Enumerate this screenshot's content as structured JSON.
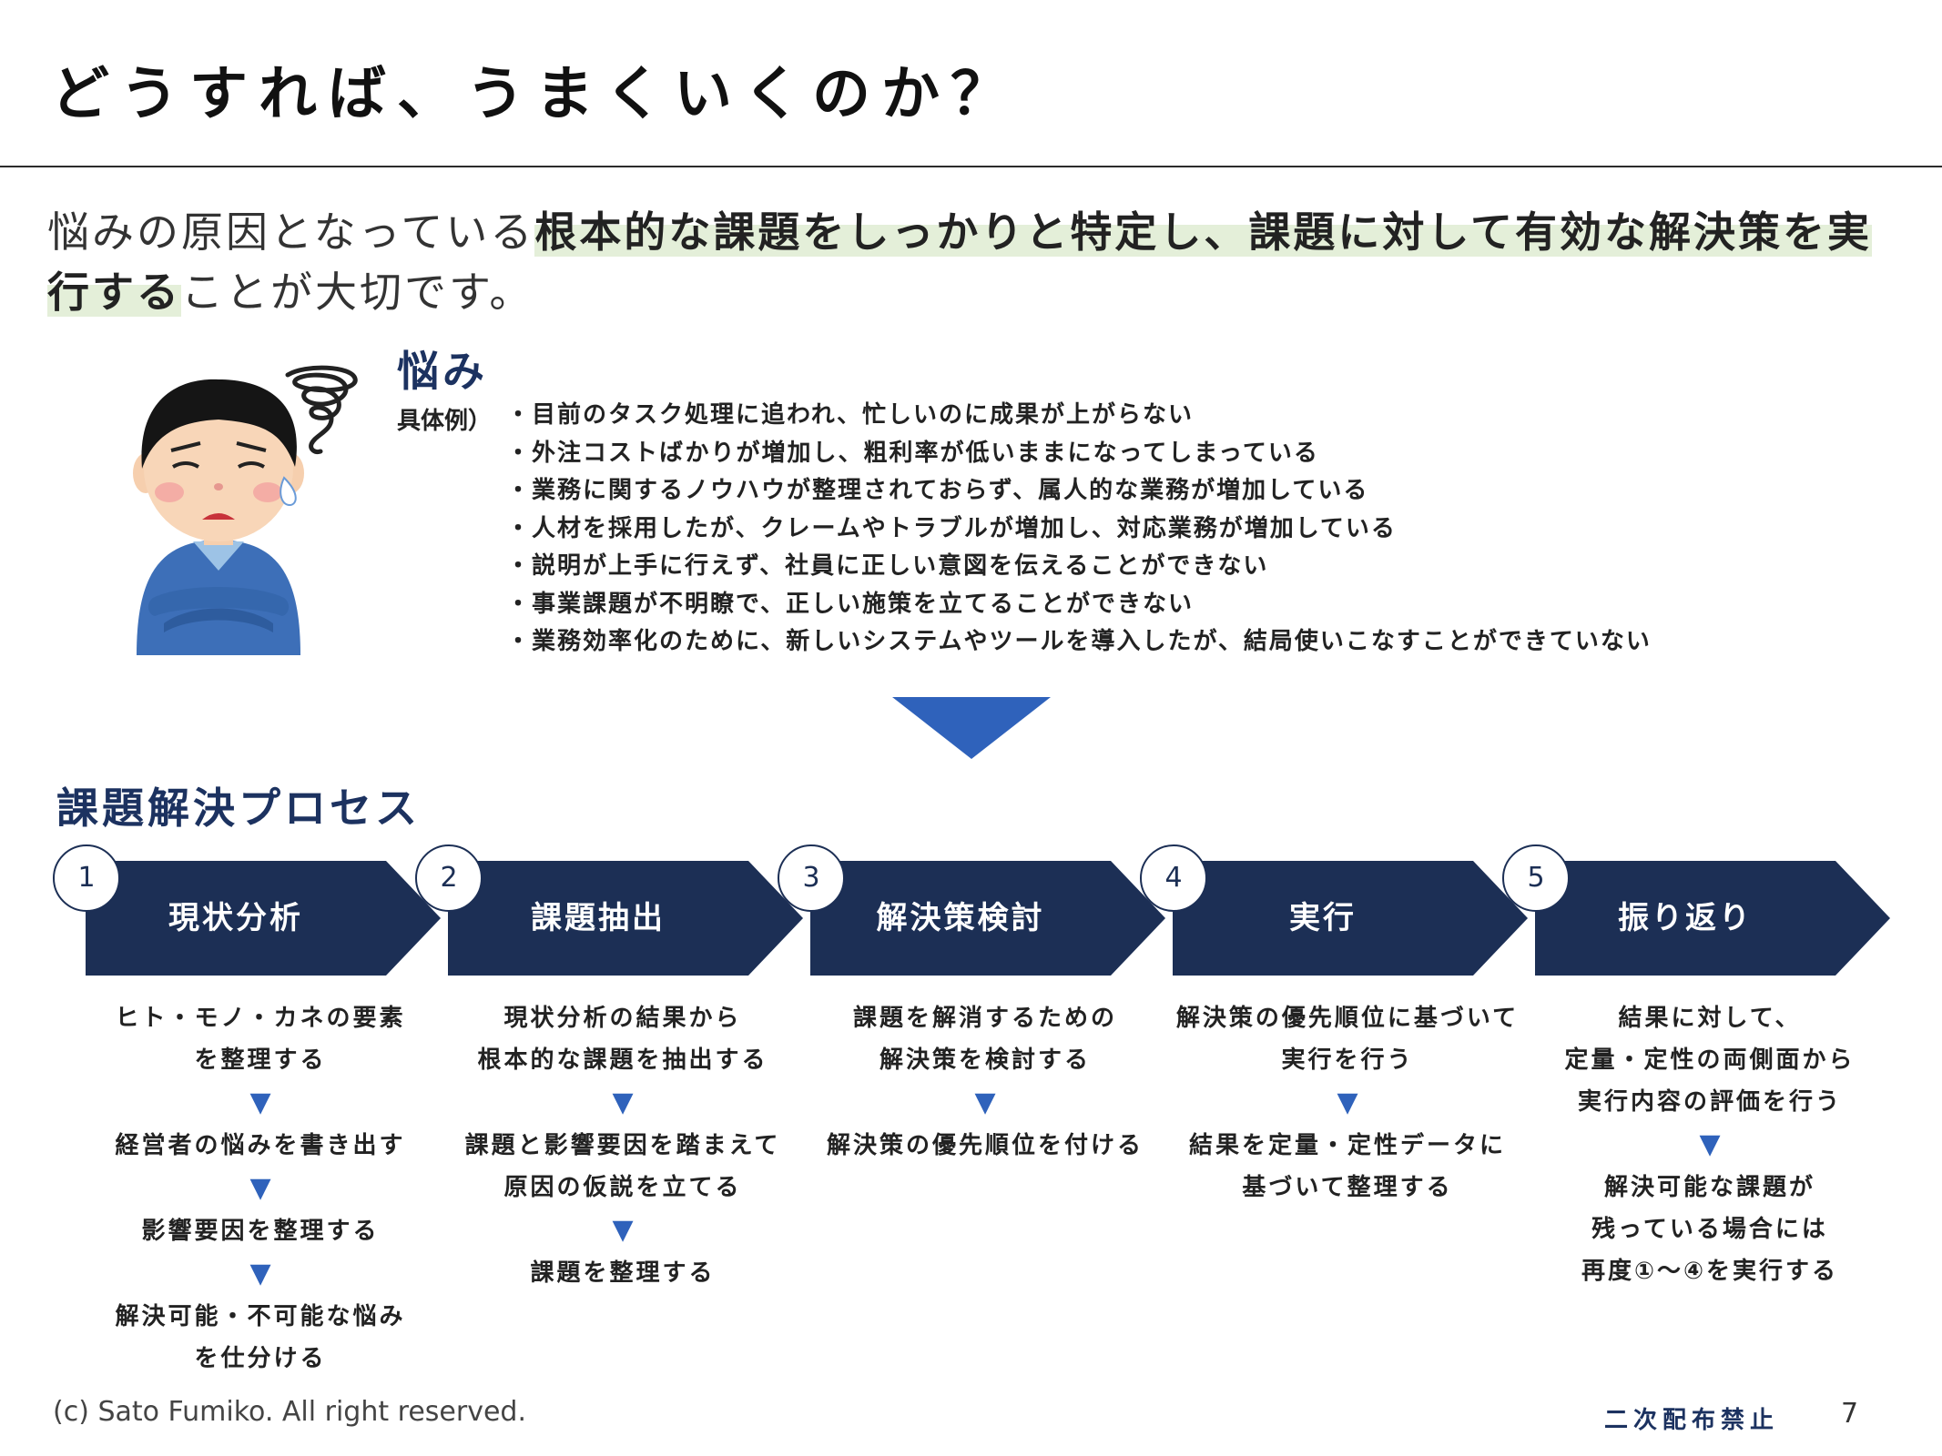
{
  "title": "どうすれば、うまくいくのか？",
  "intro": {
    "part1": "悩みの原因となっている",
    "highlight1": "根本的な課題をしっかりと特定し、課題に対して有効な解決策を実行する",
    "part2": "ことが大切です。"
  },
  "concerns": {
    "heading": "悩み",
    "example_label": "具体例）",
    "items": [
      "・目前のタスク処理に追われ、忙しいのに成果が上がらない",
      "・外注コストばかりが増加し、粗利率が低いままになってしまっている",
      "・業務に関するノウハウが整理されておらず、属人的な業務が増加している",
      "・人材を採用したが、クレームやトラブルが増加し、対応業務が増加している",
      "・説明が上手に行えず、社員に正しい意図を伝えることができない",
      "・事業課題が不明瞭で、正しい施策を立てることができない",
      "・業務効率化のために、新しいシステムやツールを導入したが、結局使いこなすことができていない"
    ]
  },
  "process": {
    "heading": "課題解決プロセス",
    "steps": [
      {
        "num": "1",
        "label": "現状分析",
        "groups": [
          [
            "ヒト・モノ・カネの要素",
            "を整理する"
          ],
          [
            "経営者の悩みを書き出す"
          ],
          [
            "影響要因を整理する"
          ],
          [
            "解決可能・不可能な悩み",
            "を仕分ける"
          ]
        ]
      },
      {
        "num": "2",
        "label": "課題抽出",
        "groups": [
          [
            "現状分析の結果から",
            "根本的な課題を抽出する"
          ],
          [
            "課題と影響要因を踏まえて",
            "原因の仮説を立てる"
          ],
          [
            "課題を整理する"
          ]
        ]
      },
      {
        "num": "3",
        "label": "解決策検討",
        "groups": [
          [
            "課題を解消するための",
            "解決策を検討する"
          ],
          [
            "解決策の優先順位を付ける"
          ]
        ]
      },
      {
        "num": "4",
        "label": "実行",
        "groups": [
          [
            "解決策の優先順位に基づいて",
            "実行を行う"
          ],
          [
            "結果を定量・定性データに",
            "基づいて整理する"
          ]
        ]
      },
      {
        "num": "5",
        "label": "振り返り",
        "groups": [
          [
            "結果に対して、",
            "定量・定性の両側面から",
            "実行内容の評価を行う"
          ],
          [
            "解決可能な課題が",
            "残っている場合には",
            "再度①〜④を実行する"
          ]
        ]
      }
    ]
  },
  "colors": {
    "navy": "#1c2f55",
    "accent_blue": "#2f62bb",
    "highlight": "#e4efd9"
  },
  "footer": {
    "copyright": "(c) Sato Fumiko. All right reserved.",
    "notice": "二次配布禁止",
    "page": "7"
  }
}
